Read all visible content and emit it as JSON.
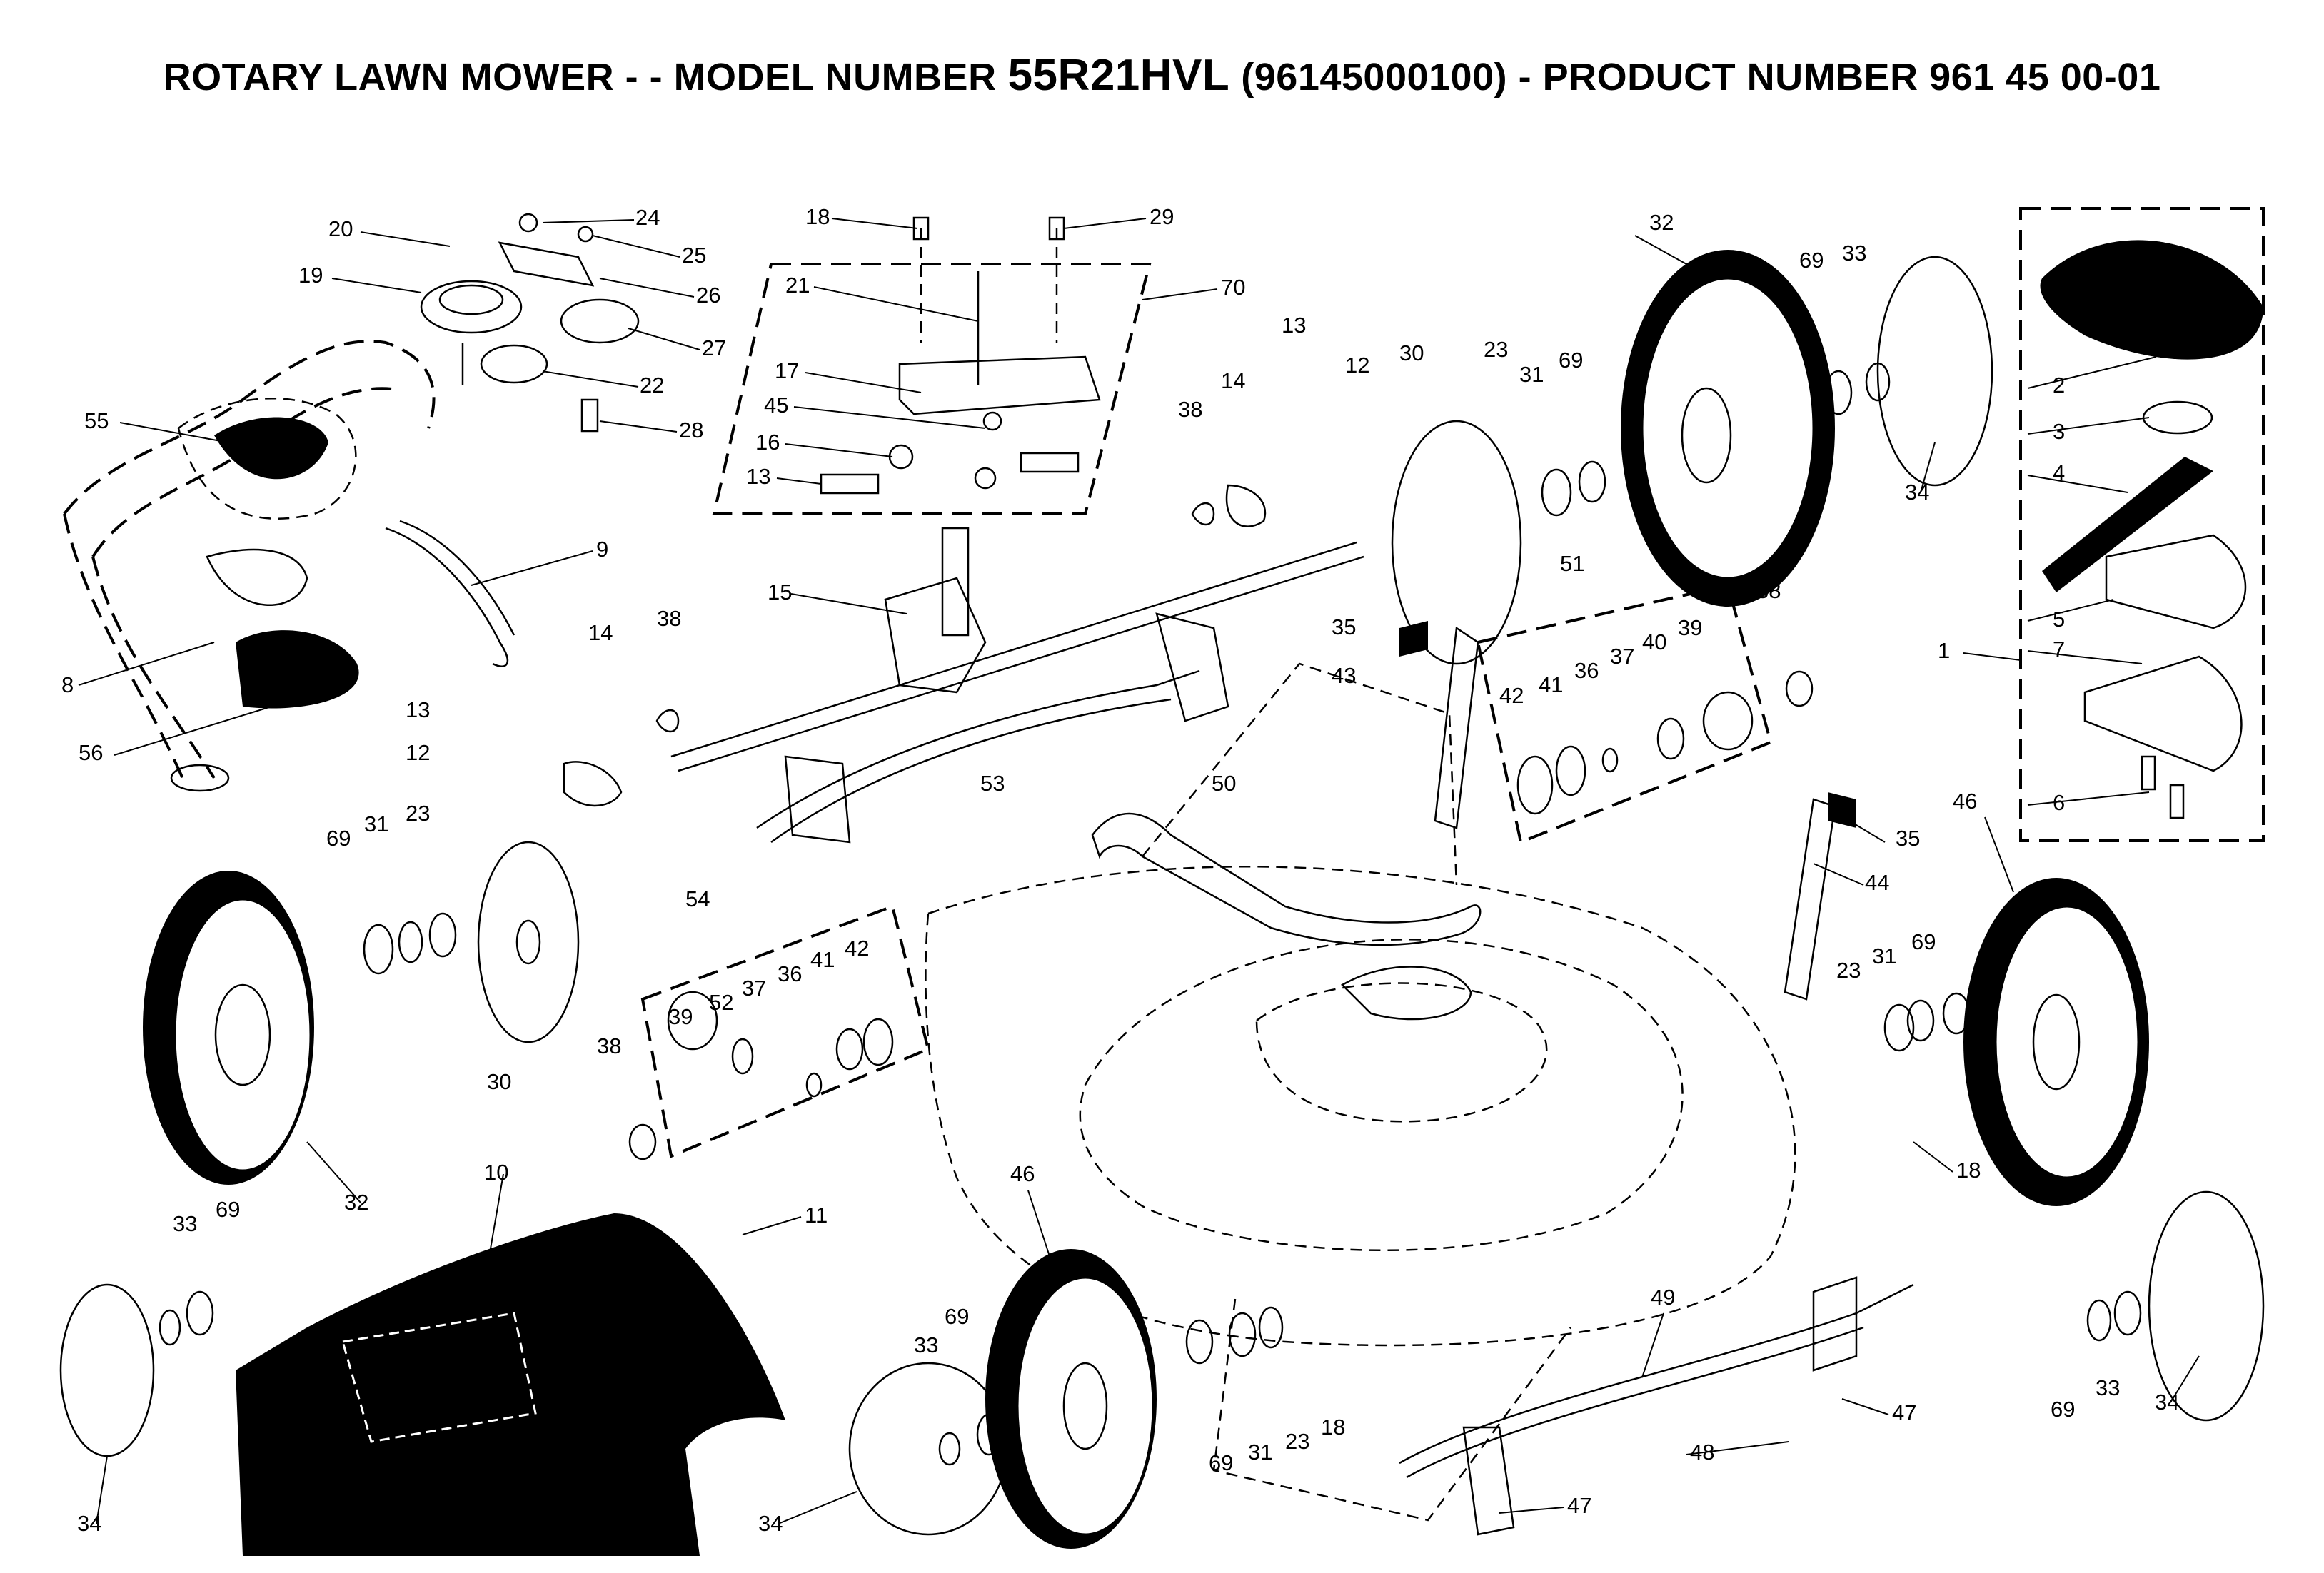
{
  "title": {
    "prefix": "ROTARY LAWN MOWER - - MODEL NUMBER",
    "model": "55R21HVL",
    "suffix": "(96145000100) - PRODUCT NUMBER 961 45 00-01"
  },
  "callouts": {
    "c1": "1",
    "c2": "2",
    "c3": "3",
    "c4": "4",
    "c5": "5",
    "c6": "6",
    "c7": "7",
    "c8": "8",
    "c9": "9",
    "c10": "10",
    "c11": "11",
    "c12a": "12",
    "c12b": "12",
    "c13a": "13",
    "c13b": "13",
    "c13c": "13",
    "c14a": "14",
    "c14b": "14",
    "c15": "15",
    "c16": "16",
    "c17": "17",
    "c18a": "18",
    "c18b": "18",
    "c18c": "18",
    "c19": "19",
    "c20": "20",
    "c21": "21",
    "c22": "22",
    "c23a": "23",
    "c23b": "23",
    "c23c": "23",
    "c23d": "23",
    "c24": "24",
    "c25": "25",
    "c26": "26",
    "c27": "27",
    "c28": "28",
    "c29": "29",
    "c30a": "30",
    "c30b": "30",
    "c31a": "31",
    "c31b": "31",
    "c31c": "31",
    "c31d": "31",
    "c32a": "32",
    "c32b": "32",
    "c33a": "33",
    "c33b": "33",
    "c33c": "33",
    "c33d": "33",
    "c34a": "34",
    "c34b": "34",
    "c34c": "34",
    "c34d": "34",
    "c35a": "35",
    "c35b": "35",
    "c36a": "36",
    "c36b": "36",
    "c37a": "37",
    "c37b": "37",
    "c38a": "38",
    "c38b": "38",
    "c38c": "38",
    "c38d": "38",
    "c39a": "39",
    "c39b": "39",
    "c40": "40",
    "c41a": "41",
    "c41b": "41",
    "c42a": "42",
    "c42b": "42",
    "c43": "43",
    "c44": "44",
    "c45": "45",
    "c46a": "46",
    "c46b": "46",
    "c47a": "47",
    "c47b": "47",
    "c48": "48",
    "c49": "49",
    "c50": "50",
    "c51": "51",
    "c52": "52",
    "c53": "53",
    "c54": "54",
    "c55": "55",
    "c56": "56",
    "c69a": "69",
    "c69b": "69",
    "c69c": "69",
    "c69d": "69",
    "c69e": "69",
    "c69f": "69",
    "c70": "70"
  },
  "colors": {
    "ink": "#000000",
    "paper": "#ffffff"
  }
}
